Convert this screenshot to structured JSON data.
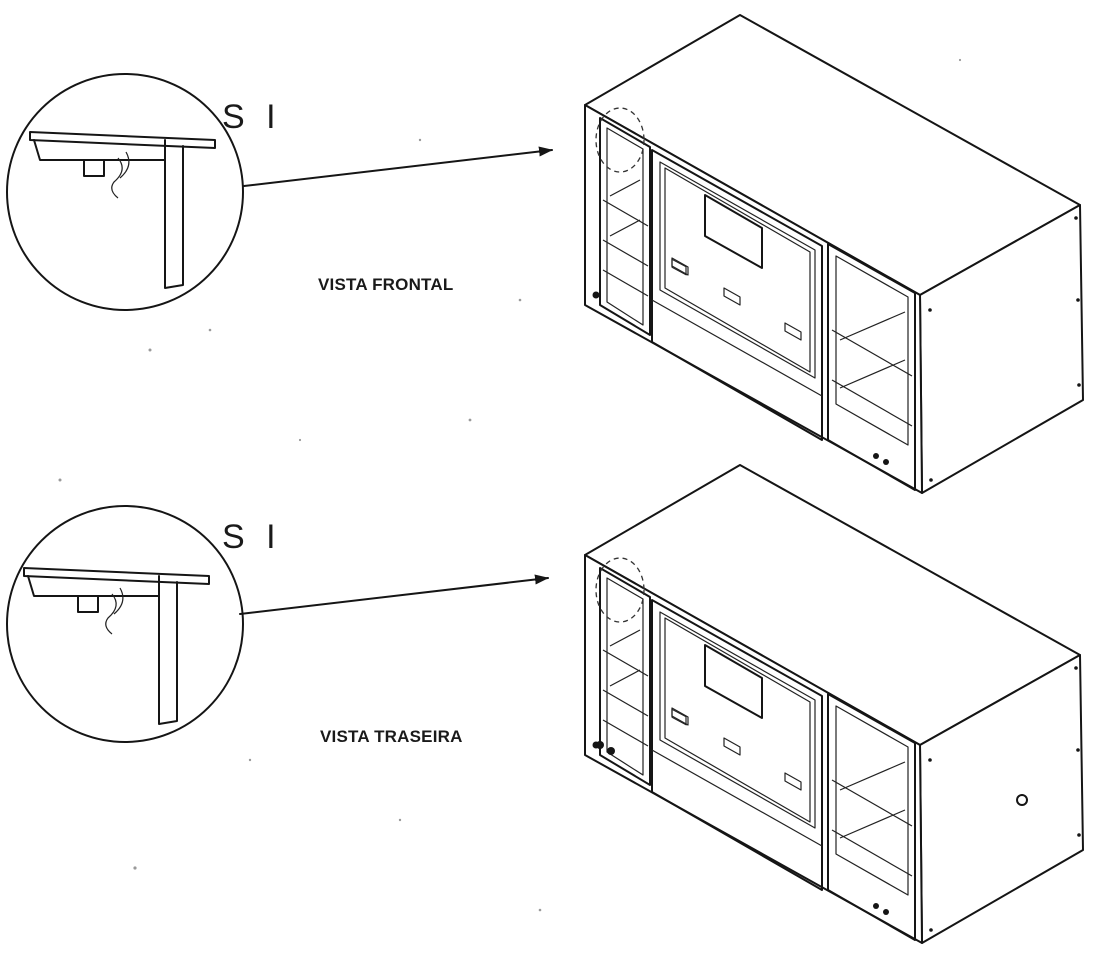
{
  "diagram": {
    "views": [
      {
        "id": "front",
        "label": "VISTA FRONTAL",
        "detail_tag": "S I"
      },
      {
        "id": "rear",
        "label": "VISTA TRASEIRA",
        "detail_tag": "S I"
      }
    ],
    "colors": {
      "ink": "#151515",
      "paper": "#ffffff"
    }
  }
}
